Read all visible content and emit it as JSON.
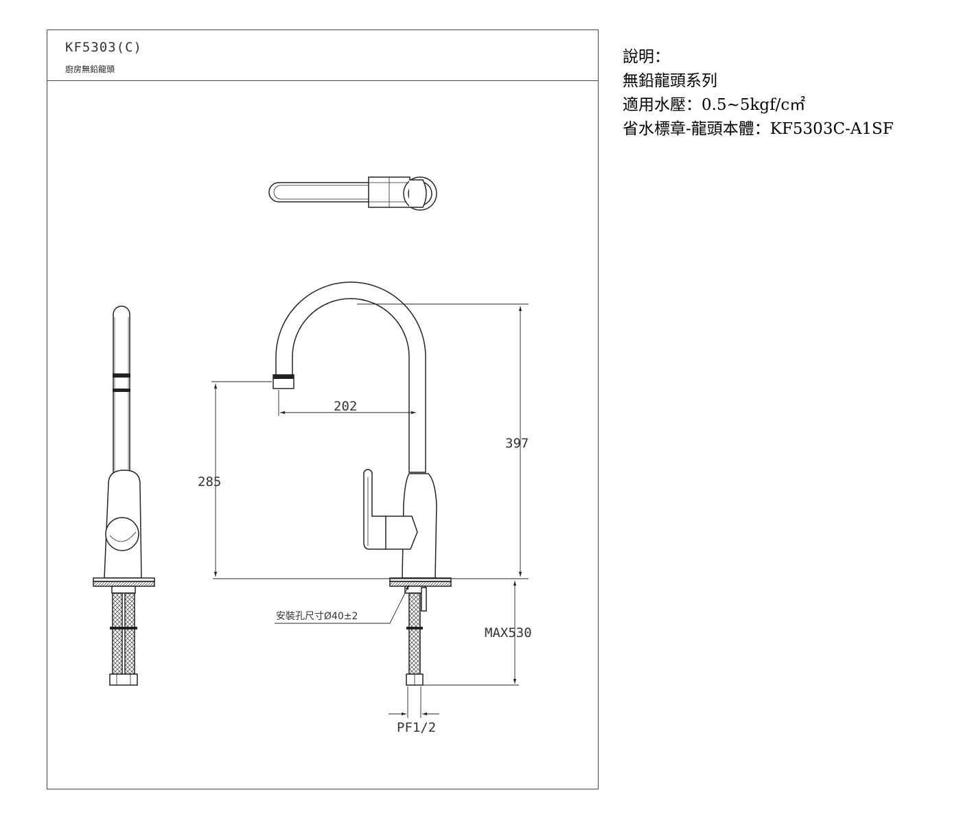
{
  "drawing_title": {
    "model_code": "KF5303(C)",
    "product_name": "廚房無鉛龍頭"
  },
  "dimensions": {
    "spout_reach": "202",
    "total_height": "397",
    "spout_height": "285",
    "hose_length": "MAX530",
    "install_hole": "安裝孔尺寸Ø40±2",
    "connection": "PF1/2"
  },
  "notes": {
    "heading": "說明：",
    "series": "無鉛龍頭系列",
    "pressure": "適用水壓：0.5~5kgf/c㎡",
    "water_label": "省水標章-龍頭本體：KF5303C-A1SF"
  }
}
